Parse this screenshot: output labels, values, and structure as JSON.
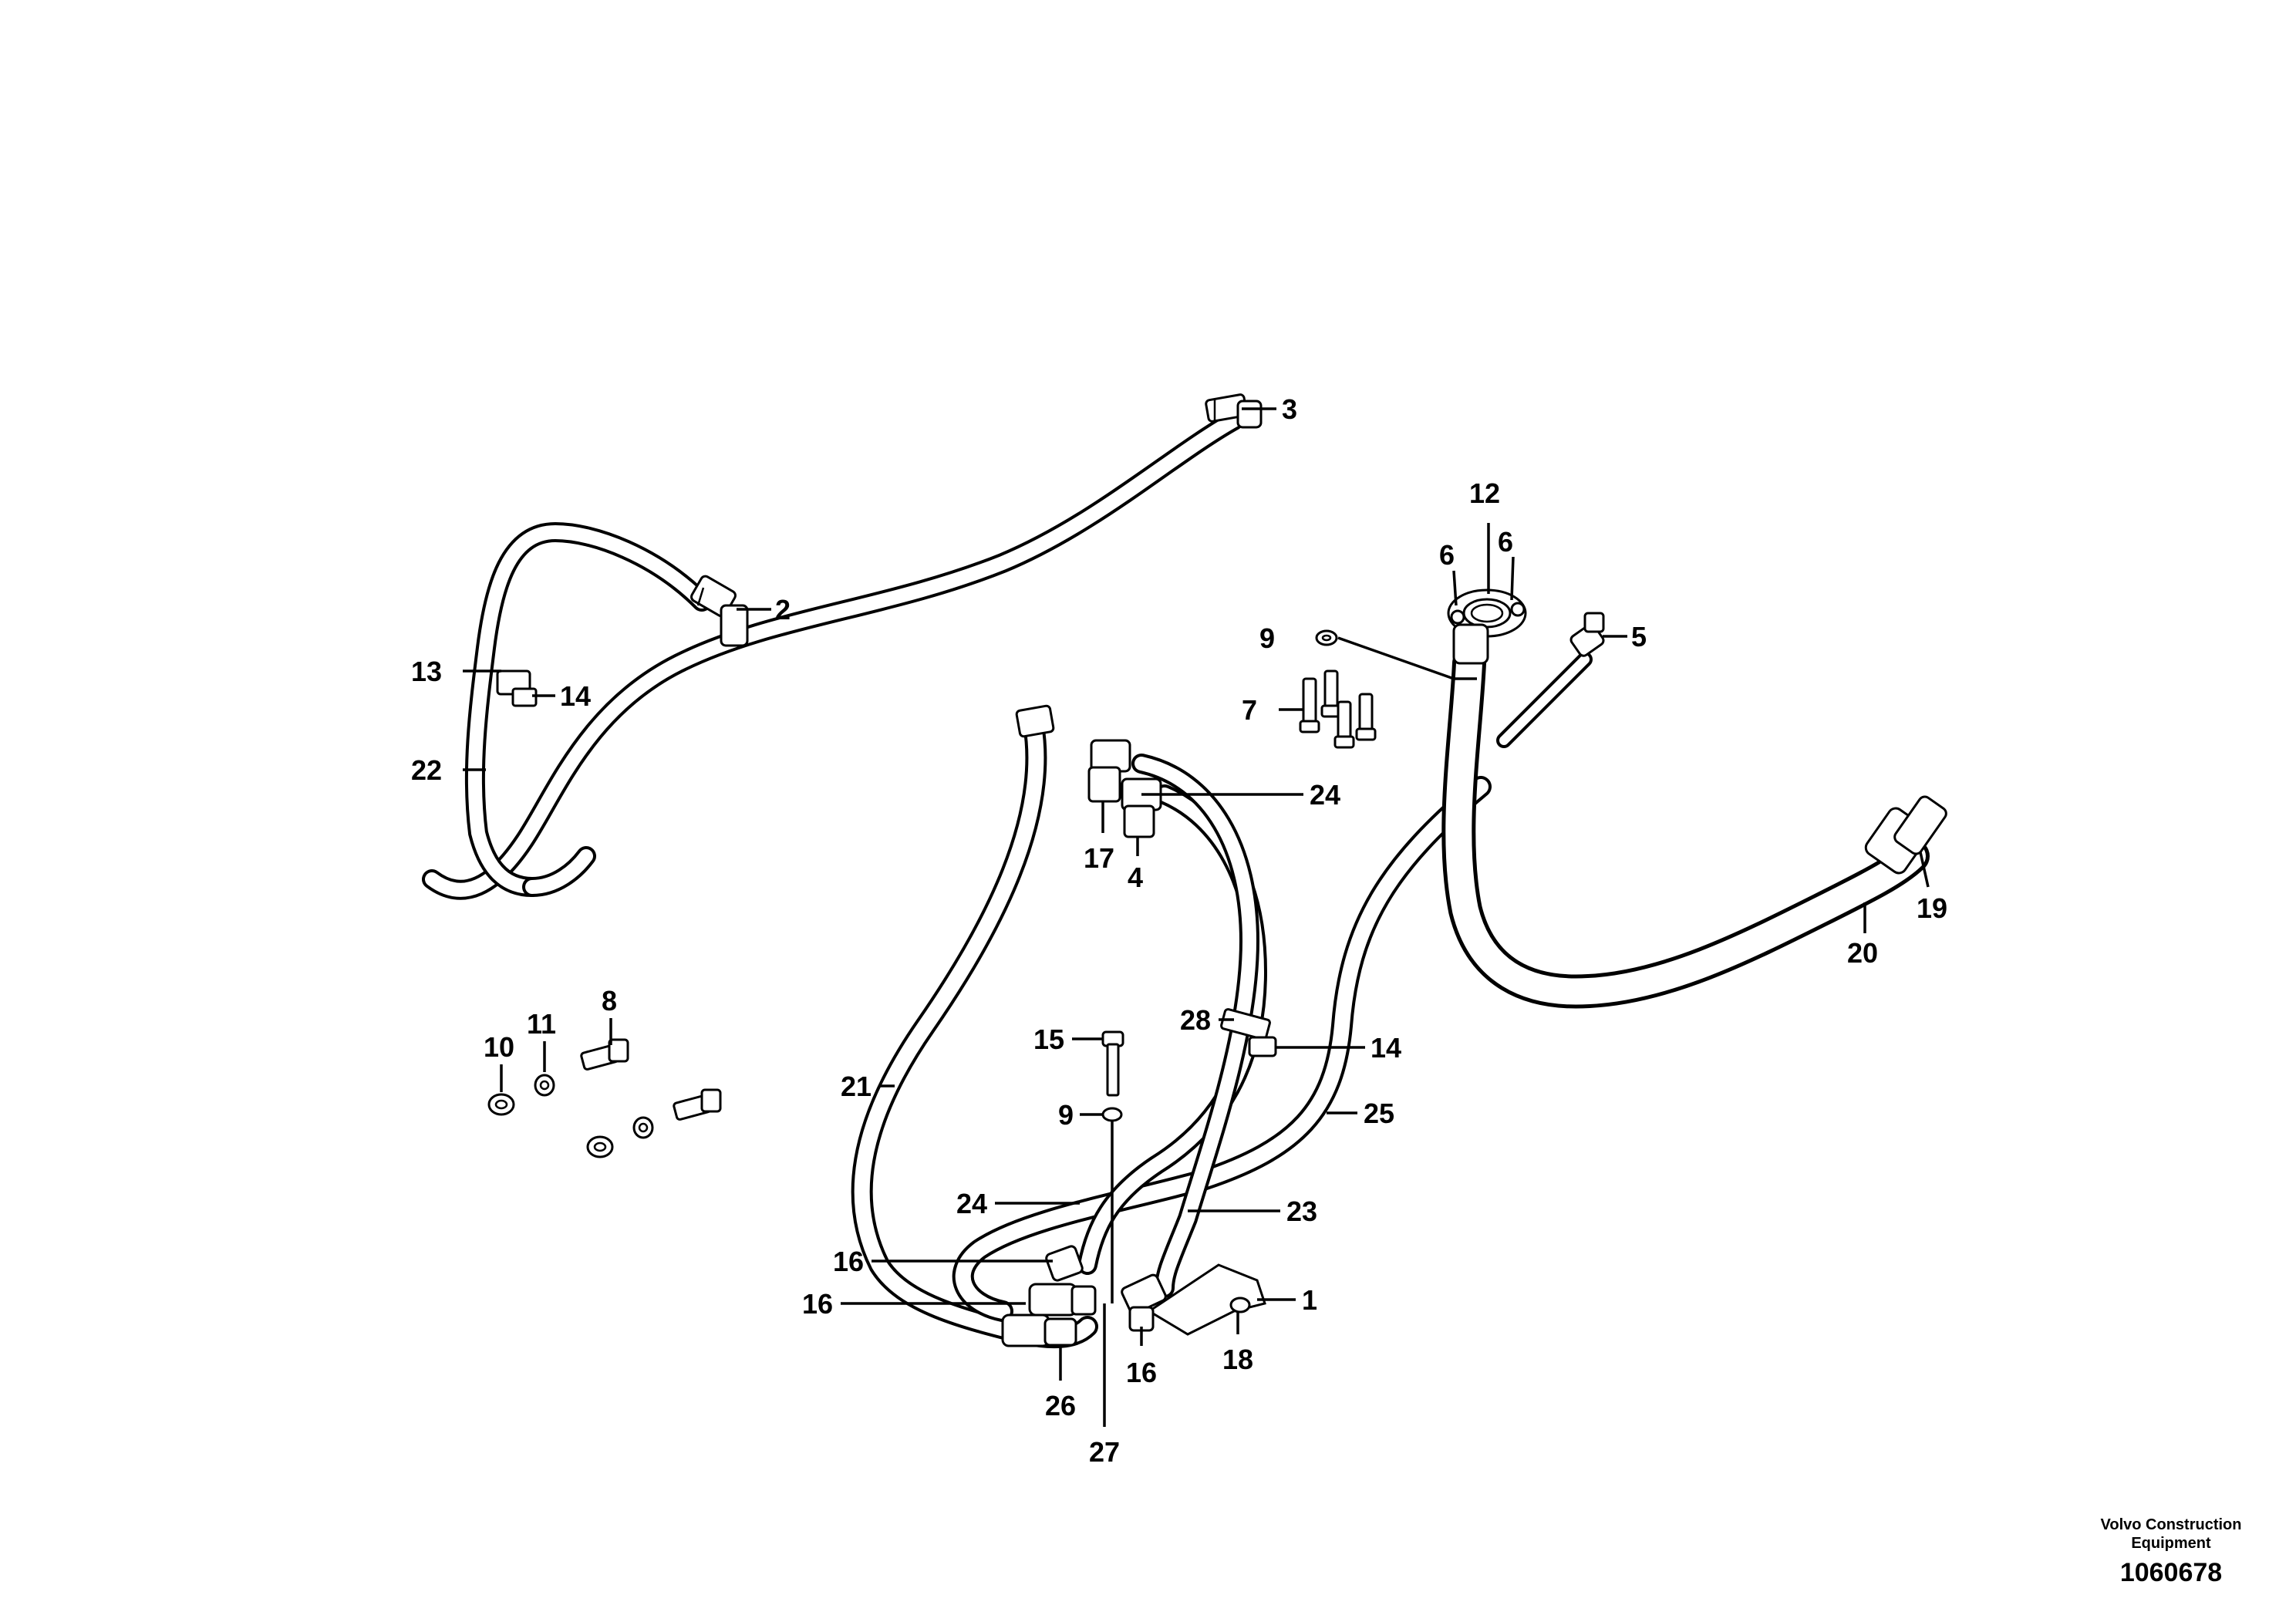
{
  "diagram": {
    "callouts": {
      "c1": "1",
      "c2": "2",
      "c3": "3",
      "c4": "4",
      "c5": "5",
      "c6a": "6",
      "c6b": "6",
      "c7": "7",
      "c8": "8",
      "c9a": "9",
      "c9b": "9",
      "c10": "10",
      "c11": "11",
      "c12": "12",
      "c13": "13",
      "c14a": "14",
      "c14b": "14",
      "c15": "15",
      "c16a": "16",
      "c16b": "16",
      "c16c": "16",
      "c17": "17",
      "c18": "18",
      "c19": "19",
      "c20": "20",
      "c21": "21",
      "c22": "22",
      "c23": "23",
      "c24a": "24",
      "c24b": "24",
      "c25": "25",
      "c26": "26",
      "c27": "27",
      "c28": "28"
    }
  },
  "footer": {
    "brand_line1": "Volvo Construction",
    "brand_line2": "Equipment",
    "doc_number": "1060678"
  }
}
